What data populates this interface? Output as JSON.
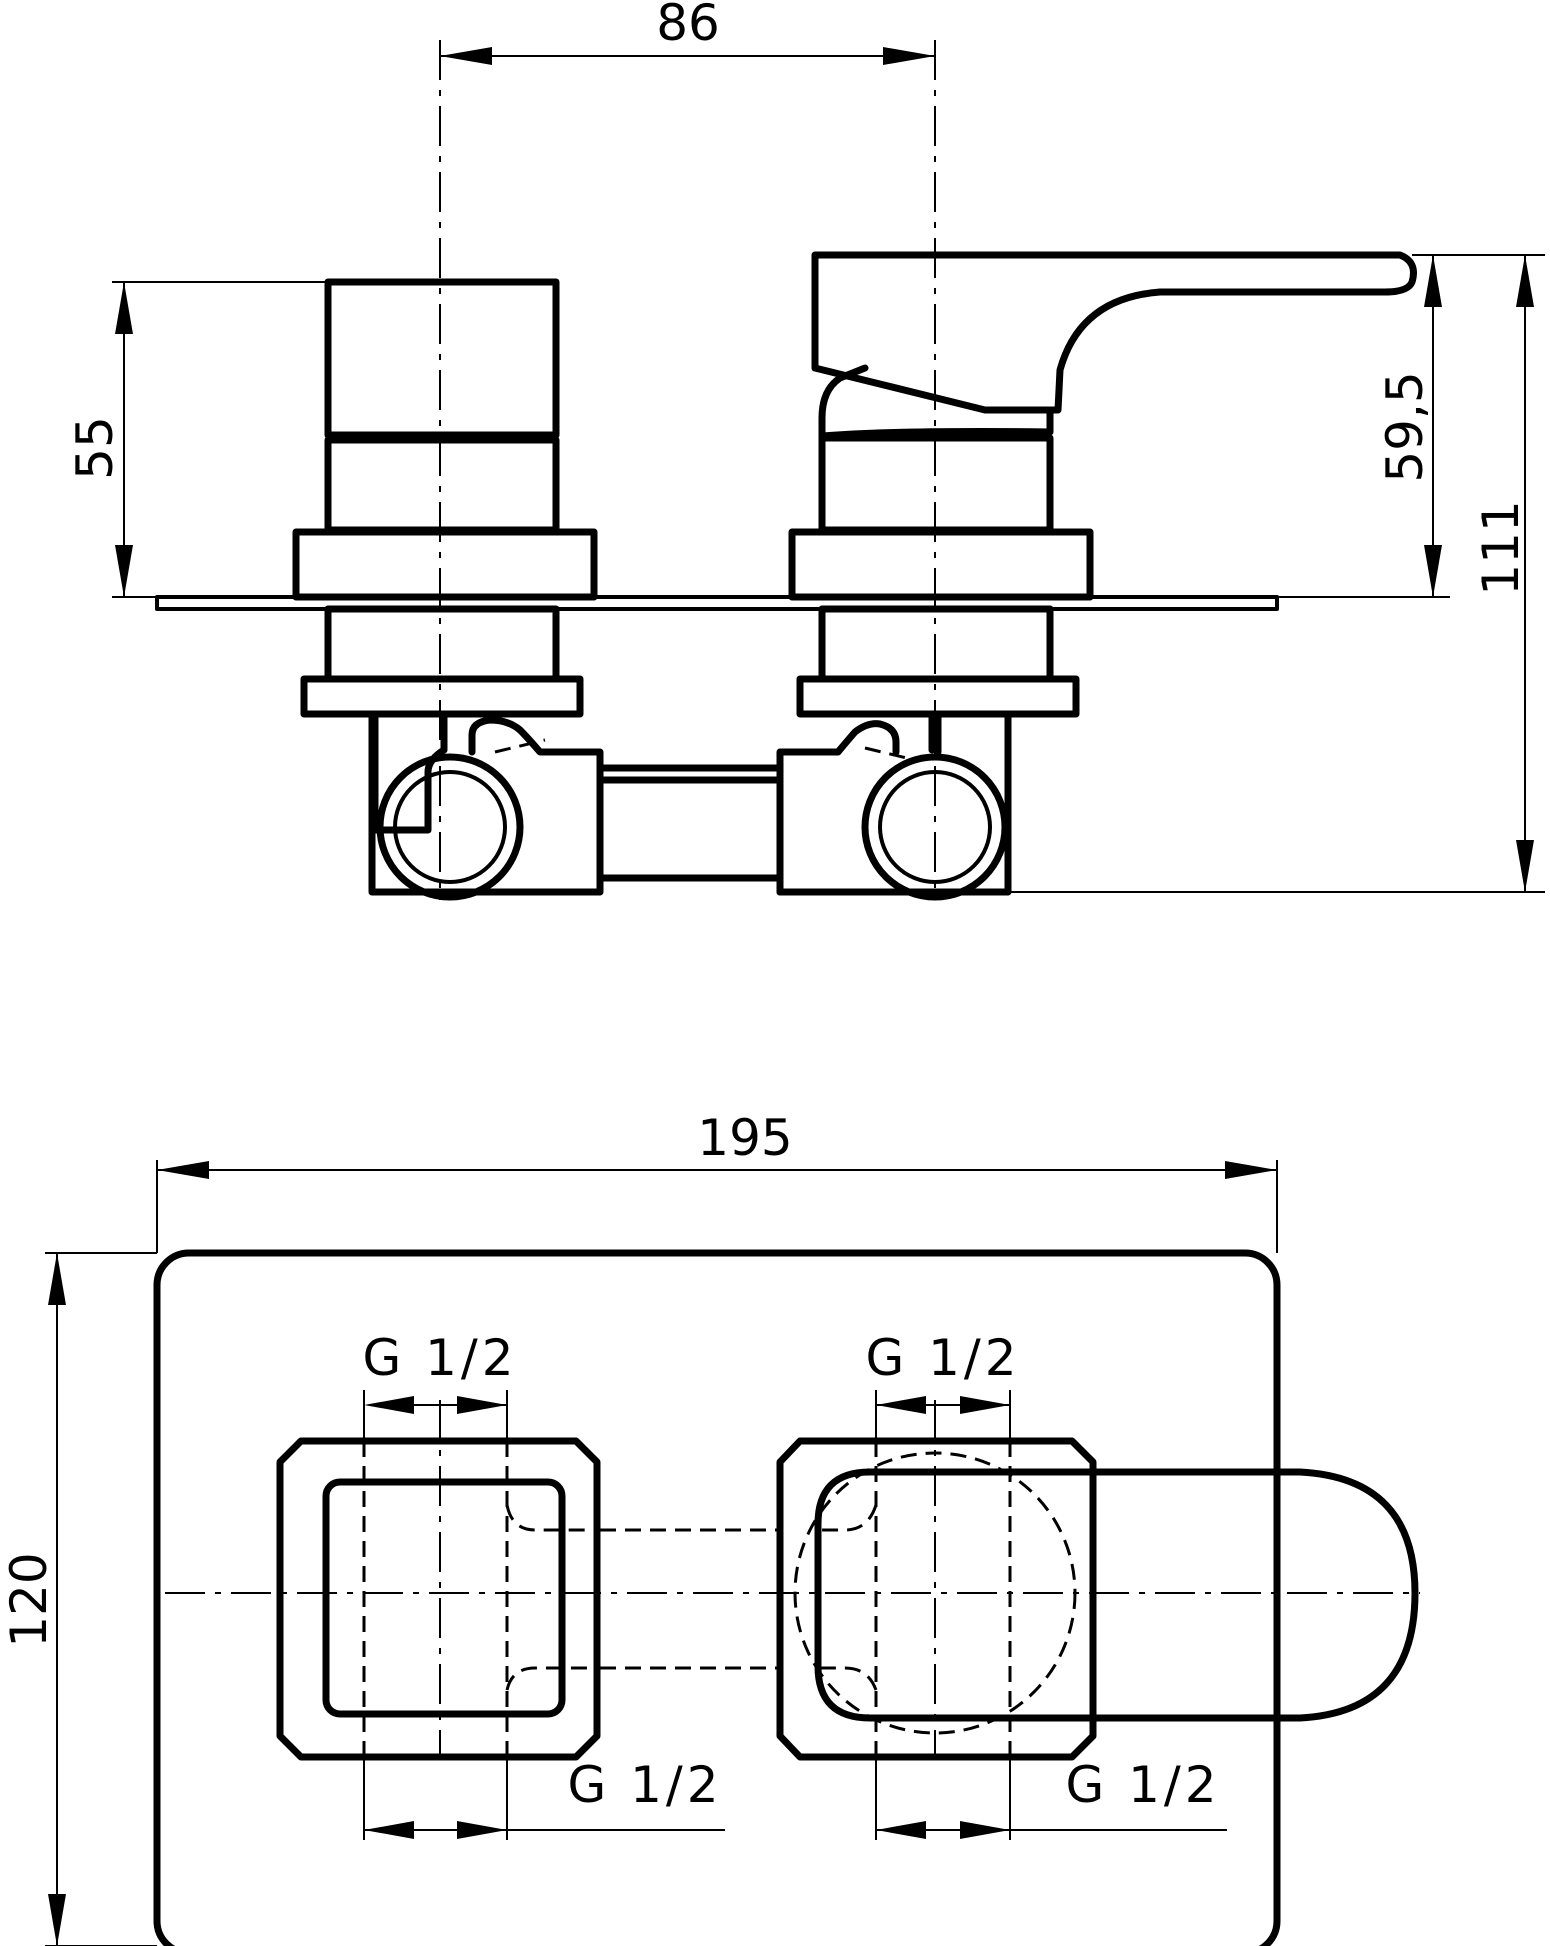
{
  "side_view": {
    "dim_width_top": "86",
    "dim_height_left": "55",
    "dim_handle_height": "59,5",
    "dim_total_height": "111"
  },
  "front_view": {
    "dim_plate_width": "195",
    "dim_plate_height": "120",
    "thread_top_left": "G 1/2",
    "thread_top_right": "G 1/2",
    "thread_bottom_left": "G 1/2",
    "thread_bottom_right": "G 1/2"
  }
}
